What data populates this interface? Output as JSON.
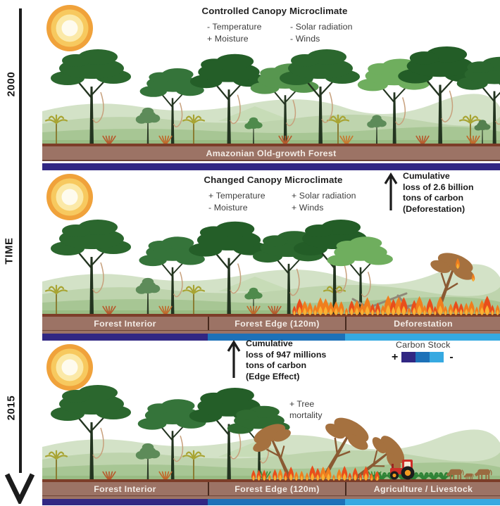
{
  "time_axis": {
    "label": "TIME",
    "start": "2000",
    "end": "2015"
  },
  "colors": {
    "carbon_high": "#312783",
    "carbon_mid": "#1d71b8",
    "carbon_low": "#36a9e1",
    "soil": "#9c7365",
    "soil_dark": "#6b4335",
    "fire_orange": "#f07e1e",
    "fire_red": "#e84e1b",
    "fire_yellow": "#f9b233",
    "canopy_dark": "#2b672e",
    "canopy_light": "#6fae5e",
    "dead_tree": "#a5713f",
    "sun_outer": "#f0a23b"
  },
  "icons": {
    "sun": "sun-icon",
    "loss_arrow": "up-arrow-icon",
    "time_arrow": "down-arrowhead-icon"
  },
  "panel_2000": {
    "scene": "old_growth",
    "microclimate": {
      "title": "Controlled Canopy Microclimate",
      "items": [
        "- Temperature",
        "- Solar radiation",
        "+ Moisture",
        "- Winds"
      ]
    },
    "zone_label": "Amazonian Old-growth Forest"
  },
  "panel_mid": {
    "scene": "edge_fire_deforestation",
    "microclimate": {
      "title": "Changed Canopy Microclimate",
      "items": [
        "+ Temperature",
        "+ Solar radiation",
        "- Moisture",
        "+ Winds"
      ]
    },
    "annotation": {
      "lines": [
        "Cumulative",
        "loss of 2.6 billion",
        "tons of carbon",
        "(Deforestation)"
      ]
    },
    "zones": [
      "Forest Interior",
      "Forest Edge (120m)",
      "Deforestation"
    ]
  },
  "panel_2015": {
    "scene": "edge_mortality_agriculture",
    "annotation": {
      "lines": [
        "Cumulative",
        "loss of 947 millions",
        "tons of carbon",
        "(Edge Effect)"
      ]
    },
    "legend": {
      "title": "Carbon Stock",
      "high_sign": "+",
      "low_sign": "-"
    },
    "tree_mortality": {
      "lines": [
        "+ Tree",
        "mortality"
      ]
    },
    "zones": [
      "Forest Interior",
      "Forest Edge (120m)",
      "Agriculture / Livestock"
    ]
  }
}
